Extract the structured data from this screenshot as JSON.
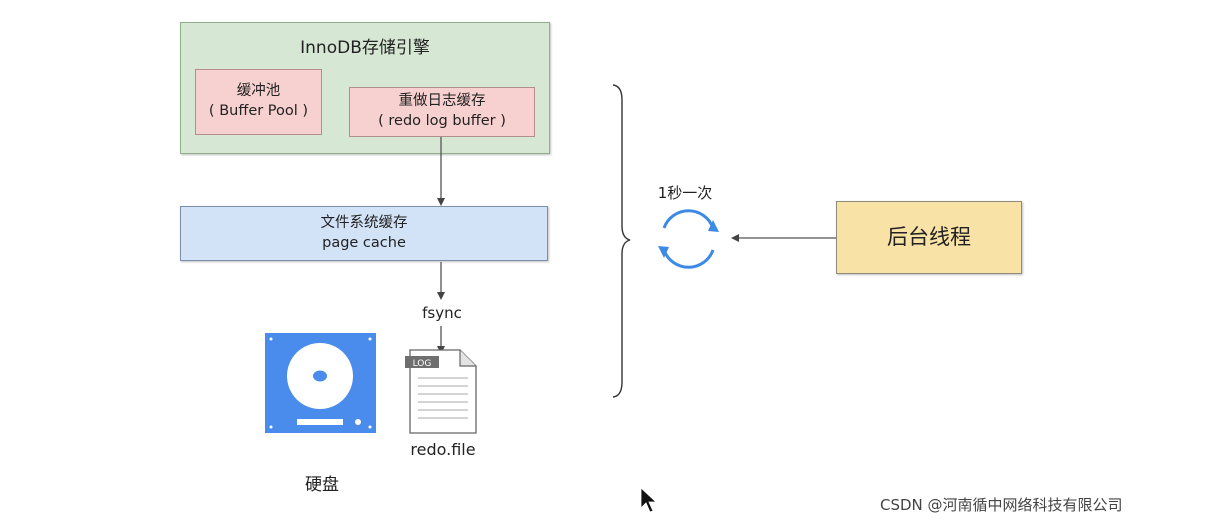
{
  "innodb": {
    "title": "InnoDB存储引擎",
    "buffer_pool": {
      "line1": "缓冲池",
      "line2": "( Buffer Pool )"
    },
    "redo_log_buffer": {
      "line1": "重做日志缓存",
      "line2": "( redo log buffer )"
    }
  },
  "page_cache": {
    "line1": "文件系统缓存",
    "line2": "page cache"
  },
  "fsync_label": "fsync",
  "log_file": {
    "tag": "LOG",
    "label": "redo.file"
  },
  "disk_label": "硬盘",
  "frequency_label": "1秒一次",
  "background_thread": "后台线程",
  "watermark": "CSDN @河南循中网络科技有限公司",
  "colors": {
    "innodb_fill": "#d6e8d4",
    "buffer_fill": "#f6d1cf",
    "page_cache_fill": "#d3e3f7",
    "thread_fill": "#f8e2a5",
    "disk_blue": "#4a8cec",
    "cycle_blue": "#3d8ae6"
  },
  "icons": [
    "hard-disk-icon",
    "log-file-icon",
    "refresh-cycle-icon",
    "mouse-cursor-icon"
  ]
}
